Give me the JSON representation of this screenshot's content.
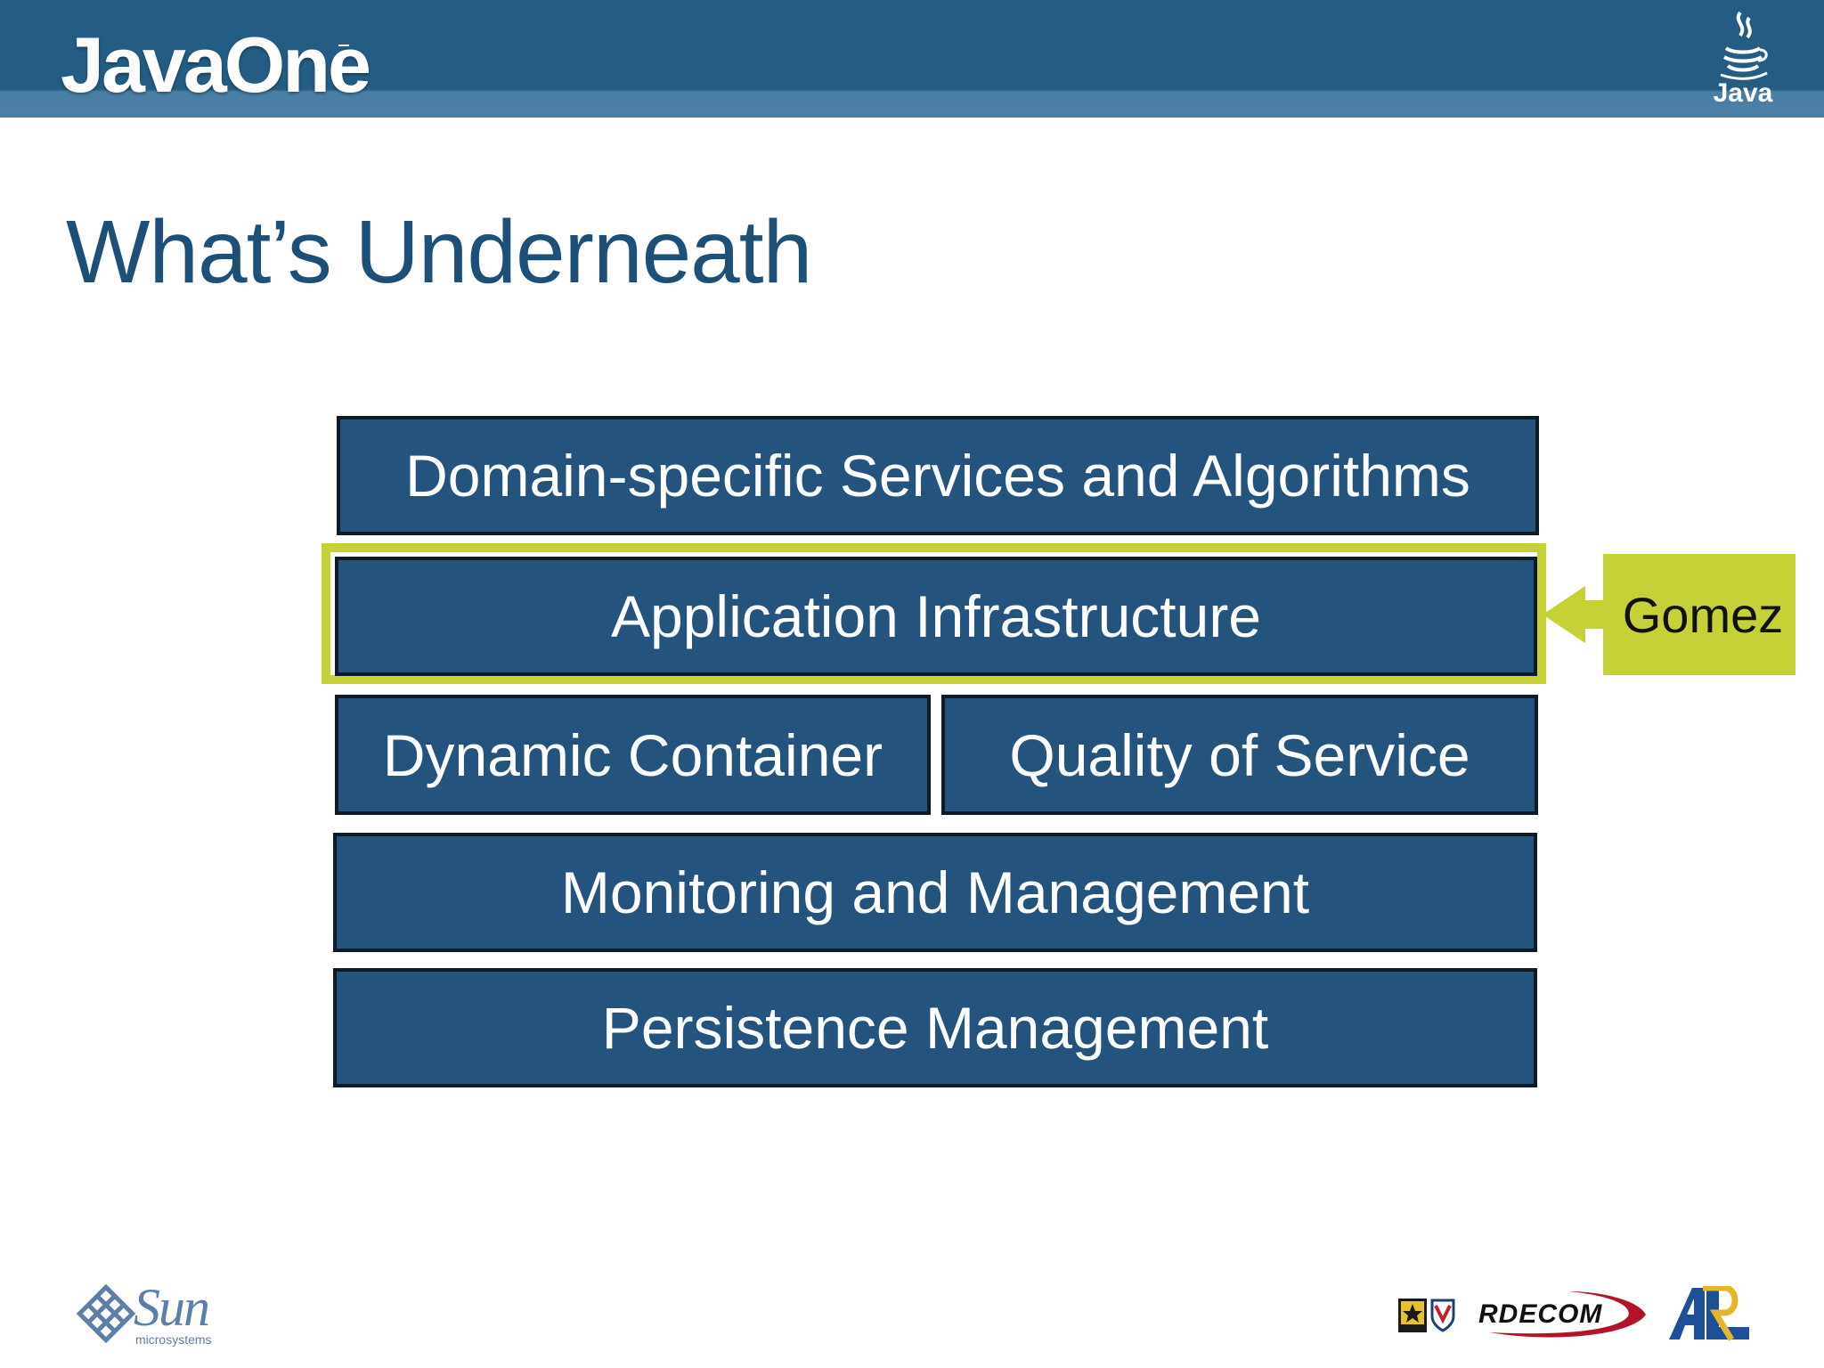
{
  "header": {
    "logo_text": "JavaOne",
    "java_brand": "Java"
  },
  "slide": {
    "title": "What’s Underneath"
  },
  "stack": {
    "domain": "Domain-specific Services and Algorithms",
    "app_infra": "Application Infrastructure",
    "dynamic_container": "Dynamic Container",
    "qos": "Quality of Service",
    "monitoring": "Monitoring and Management",
    "persistence": "Persistence Management"
  },
  "callout": {
    "label": "Gomez",
    "color": "#c6d137"
  },
  "footer": {
    "sun_word": "Sun",
    "sun_sub": "microsystems",
    "rdecom": "RDECOM",
    "arl": "ARL"
  },
  "colors": {
    "header": "#245c83",
    "layer_fill": "#24547d",
    "title": "#1e5077",
    "highlight": "#c6d137"
  }
}
